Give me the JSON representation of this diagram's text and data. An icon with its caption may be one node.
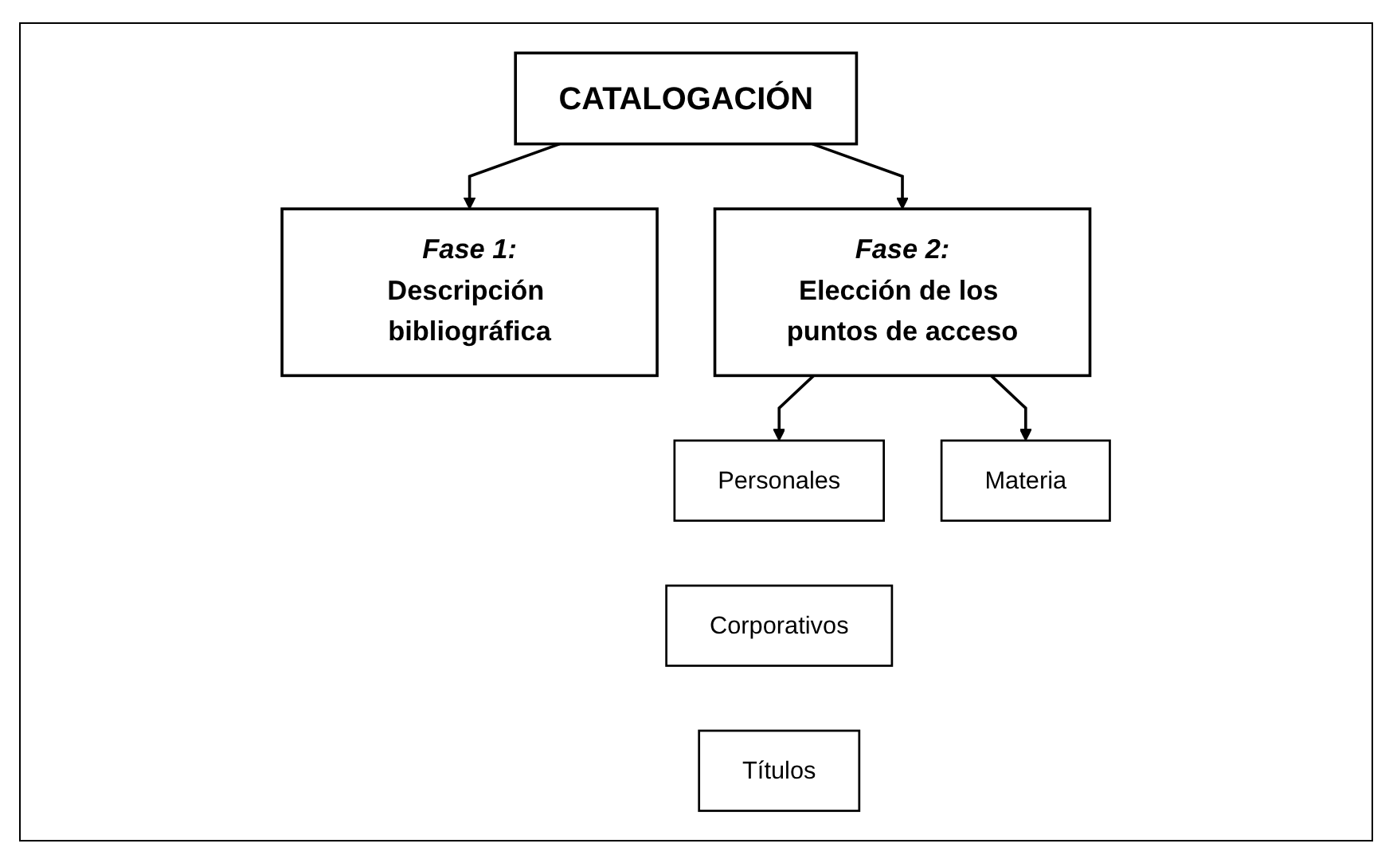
{
  "diagram": {
    "nodes": [
      {
        "text": [
          "CATALOGACIÓN"
        ]
      },
      {
        "text": [
          "Fase 1:",
          "Descripción bibliográfica"
        ]
      },
      {
        "text": [
          "Fase 2:",
          "Elección de los puntos de acceso"
        ]
      },
      {
        "text": [
          "Personales"
        ]
      },
      {
        "text": [
          "Corporativos"
        ]
      },
      {
        "text": [
          "Títulos"
        ]
      },
      {
        "text": [
          "Materia"
        ]
      }
    ],
    "edges": [
      {
        "from": 0,
        "to": 1,
        "arrow": "to"
      },
      {
        "from": 0,
        "to": 2,
        "arrow": "to"
      },
      {
        "from": 2,
        "to": 3,
        "arrow": "to"
      },
      {
        "from": 2,
        "to": 6,
        "arrow": "to"
      }
    ]
  }
}
